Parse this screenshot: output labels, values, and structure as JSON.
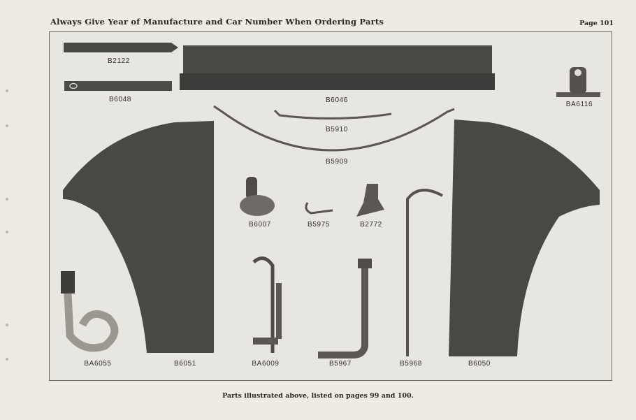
{
  "header": {
    "title": "Always Give Year of Manufacture and Car Number When Ordering Parts",
    "page": "Page 101"
  },
  "footer": {
    "note": "Parts illustrated above, listed on pages 99 and 100."
  },
  "parts": [
    "B2122",
    "B6048",
    "B6046",
    "BA6116",
    "B5910",
    "B5909",
    "B6007",
    "B5975",
    "B2772",
    "BA6055",
    "B6051",
    "BA6009",
    "B5967",
    "B5968",
    "B6050"
  ]
}
